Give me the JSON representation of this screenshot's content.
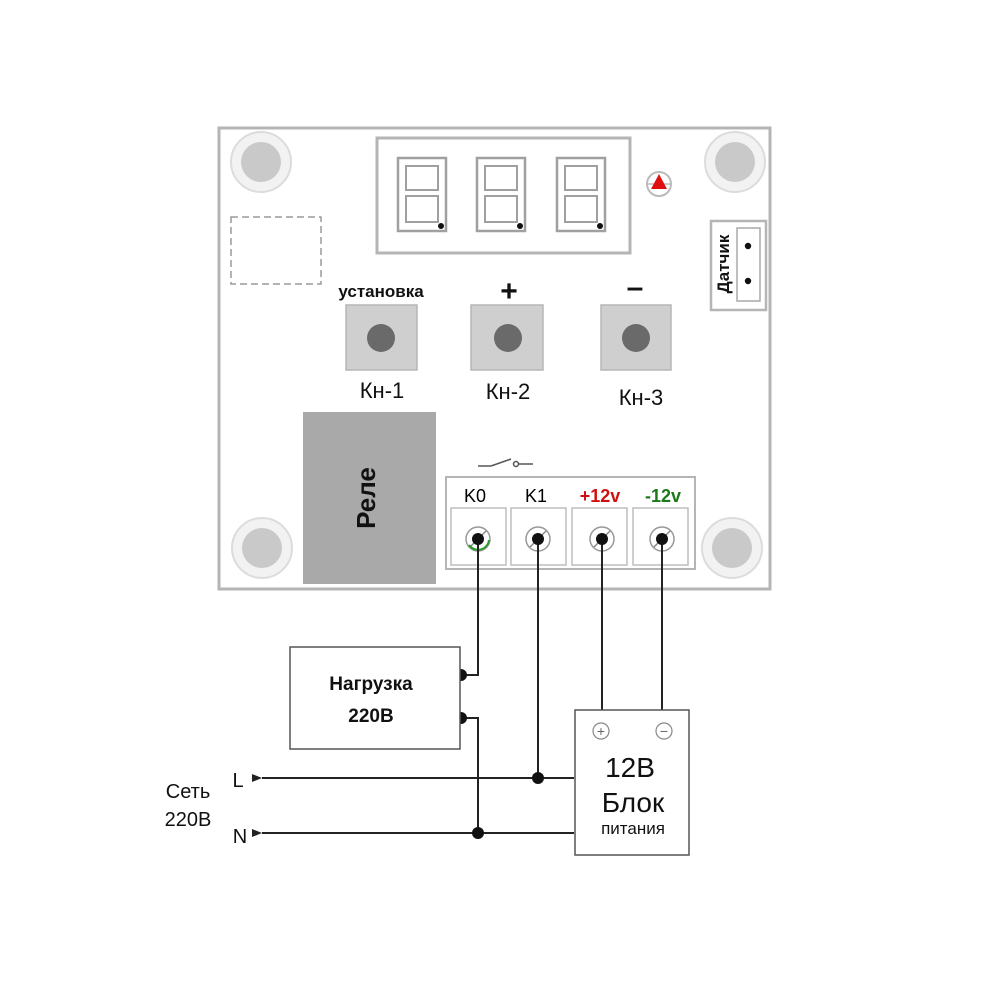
{
  "board": {
    "buttons": [
      {
        "top_label": "установка",
        "bottom_label": "Кн-1"
      },
      {
        "top_label": "+",
        "bottom_label": "Кн-2"
      },
      {
        "top_label": "–",
        "bottom_label": "Кн-3"
      }
    ],
    "sensor_label": "Датчик",
    "relay_label": "Реле",
    "terminals": [
      {
        "label": "K0",
        "color": "#000000"
      },
      {
        "label": "K1",
        "color": "#000000"
      },
      {
        "label": "+12v",
        "color": "#d01010"
      },
      {
        "label": "-12v",
        "color": "#1a7a1a"
      }
    ]
  },
  "load": {
    "line1": "Нагрузка",
    "line2": "220В"
  },
  "psu": {
    "plus": "+",
    "minus": "−",
    "line1": "12В",
    "line2": "Блок",
    "line3": "питания"
  },
  "mains": {
    "line1": "Сеть",
    "line2": "220В",
    "l_label": "L",
    "n_label": "N"
  },
  "colors": {
    "board_gray": "#c8c8c8",
    "relay_gray": "#a9a9a9",
    "led_red": "#e01010",
    "wire": "#222222"
  }
}
